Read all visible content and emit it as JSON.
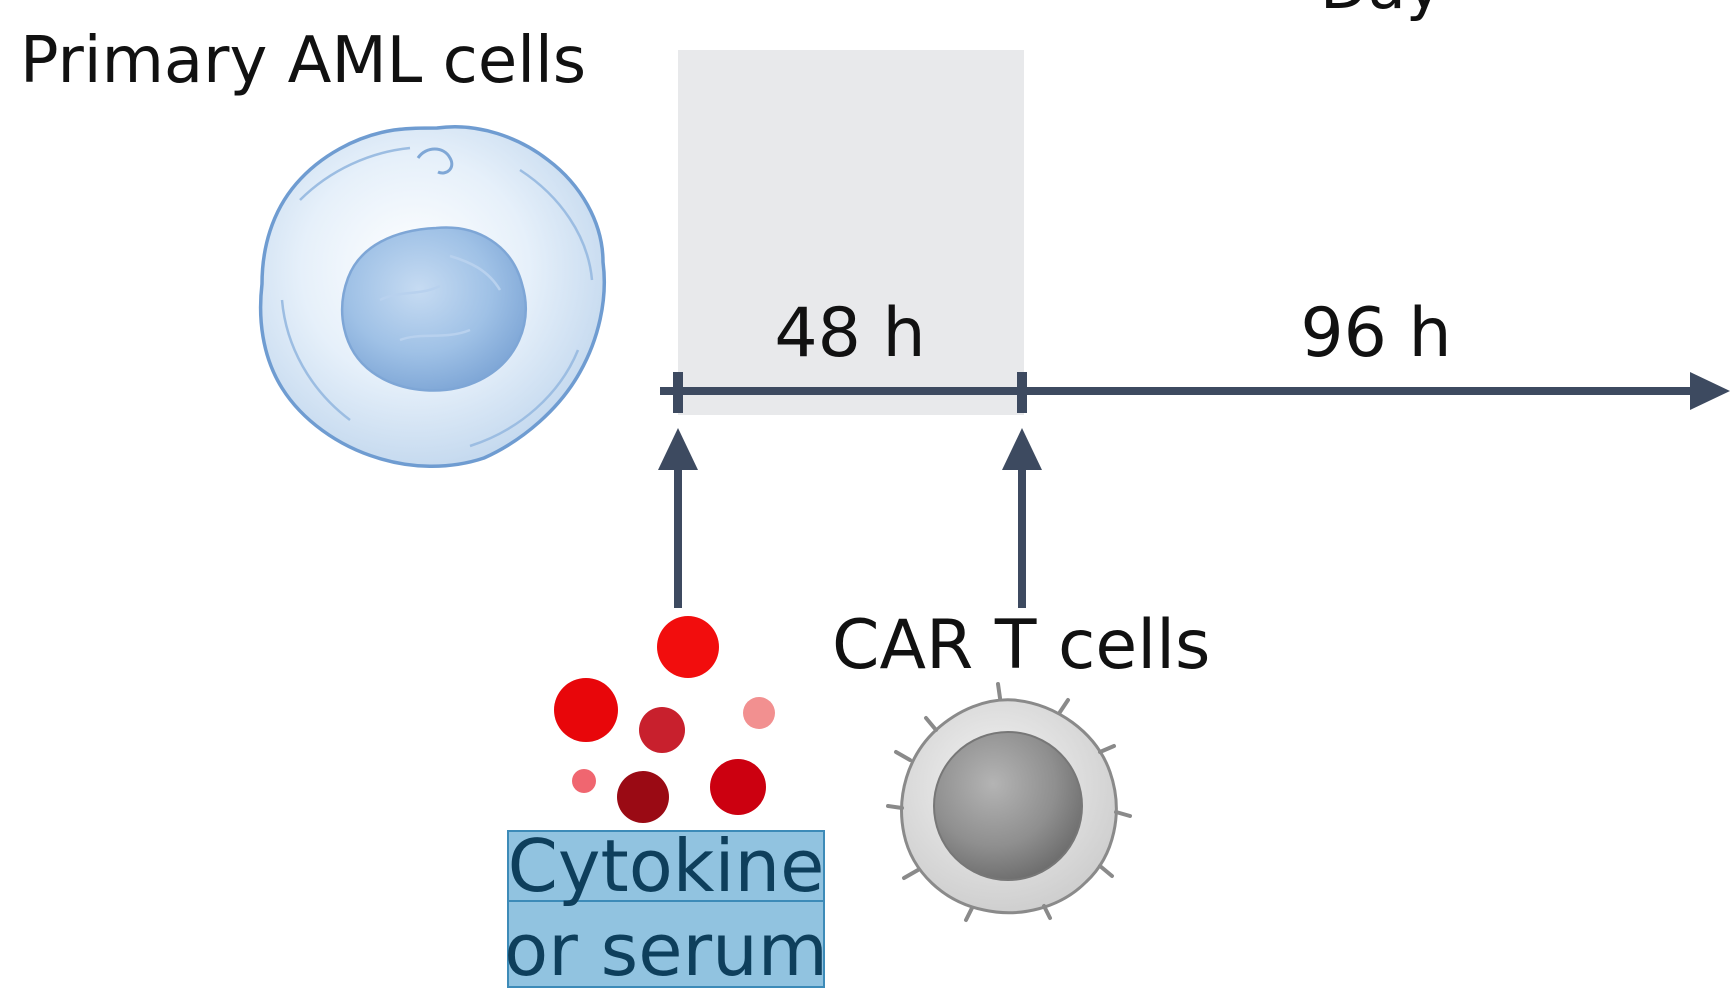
{
  "labels": {
    "top_clipped": "Day",
    "primary": "Primary AML cells",
    "time_first": "48 h",
    "time_second": "96 h",
    "car_t": "CAR T cells",
    "cytokine_line1": "Cytokine",
    "cytokine_line2": "or serum"
  },
  "colors": {
    "axis": "#3d4a60",
    "window_shade": "#e8e9eb",
    "cytokine_box_fill": "#91c3e0",
    "cytokine_box_border": "#3d8bb8",
    "cytokine_text": "#0e3f5c",
    "cytokine_dots": [
      "#f20d0d",
      "#e8060a",
      "#c8202d",
      "#f29090",
      "#f06670",
      "#9a0a14",
      "#cc0010"
    ]
  },
  "icons": {
    "aml_cell": "aml-cell-icon",
    "car_t_cell": "car-t-cell-icon",
    "cytokine_dots": "cytokine-dots-icon"
  }
}
